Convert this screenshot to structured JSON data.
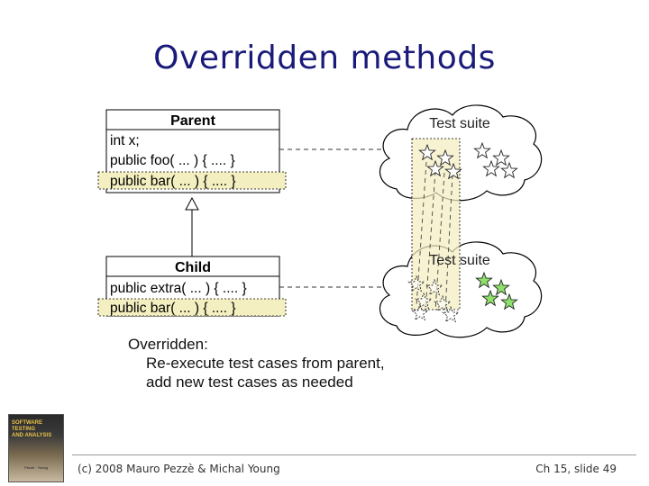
{
  "slide": {
    "title": "Overridden methods"
  },
  "parent_class": {
    "name": "Parent",
    "members": [
      "int x;",
      "public foo( ... ) { .... }",
      "public bar( ... ) { .... }"
    ]
  },
  "child_class": {
    "name": "Child",
    "members": [
      "public extra( ... ) { .... }",
      "public bar( ... ) { .... }"
    ]
  },
  "clouds": {
    "top_label": "Test suite",
    "bottom_label": "Test suite"
  },
  "note": {
    "heading": "Overridden:",
    "line1": "Re-execute test cases from parent,",
    "line2": "add new test cases as needed"
  },
  "footer": {
    "left": "(c) 2008 Mauro Pezzè & Michal Young",
    "right": "Ch 15, slide 49"
  },
  "book_cover": {
    "title_line1": "SOFTWARE TESTING",
    "title_line2": "AND ANALYSIS",
    "authors": "Pezzè · Young"
  },
  "colors": {
    "title": "#1a1a7a",
    "highlight": "#f4efc0",
    "new_test_star": "#8ee06a"
  }
}
